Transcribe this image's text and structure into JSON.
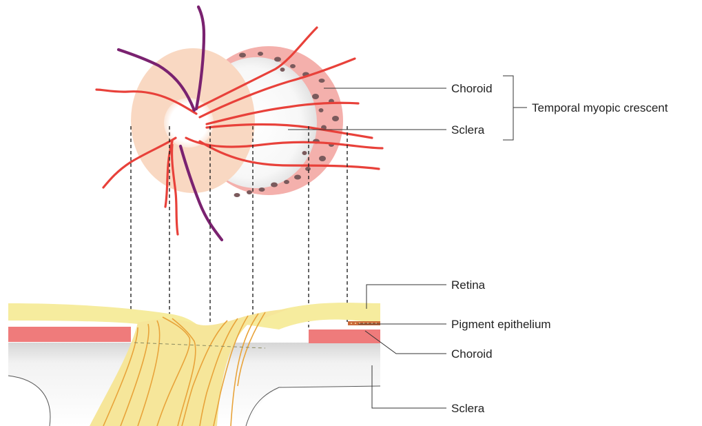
{
  "labels": {
    "choroid_top": "Choroid",
    "sclera_top": "Sclera",
    "temporal_crescent": "Temporal myopic crescent",
    "retina": "Retina",
    "pigment_epithelium": "Pigment epithelium",
    "choroid_bottom": "Choroid",
    "sclera_bottom": "Sclera"
  },
  "colors": {
    "optic_disc": "#f9d8c2",
    "crescent_choroid": "#f4a8a4",
    "pigment_spots": "#7a5a5c",
    "artery": "#e8413a",
    "vein": "#7a2270",
    "retina_layer": "#f6ec9e",
    "choroid_layer": "#ef7070",
    "sclera_layer": "#ececec",
    "nerve_fibers": "#e8a33a"
  }
}
